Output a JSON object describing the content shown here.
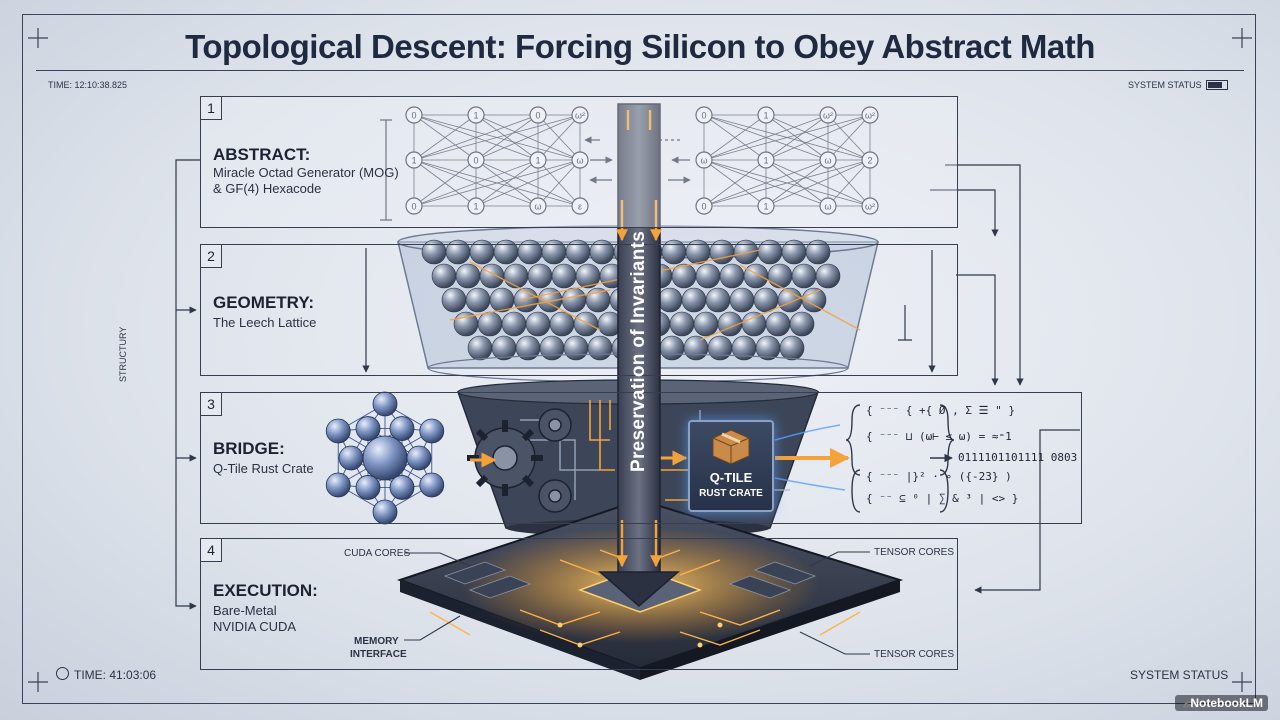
{
  "title": "Topological Descent: Forcing Silicon to Obey Abstract Math",
  "hud": {
    "time_top": "TIME: 12:10:38.825",
    "status_top": "SYSTEM STATUS",
    "time_bottom": "TIME: 41:03:06",
    "status_bottom": "SYSTEM STATUS",
    "side_label": "STRUCTURY"
  },
  "stages": [
    {
      "number": "1",
      "heading": "ABSTRACT:",
      "lines": [
        "Miracle Octad Generator (MOG)",
        "& GF(4) Hexacode"
      ]
    },
    {
      "number": "2",
      "heading": "GEOMETRY:",
      "lines": [
        "The Leech Lattice"
      ]
    },
    {
      "number": "3",
      "heading": "BRIDGE:",
      "lines": [
        "Q-Tile Rust Crate"
      ]
    },
    {
      "number": "4",
      "heading": "EXECUTION:",
      "lines": [
        "Bare-Metal",
        "NVIDIA CUDA"
      ]
    }
  ],
  "arrow_label": "Preservation of Invariants",
  "qtile": {
    "line1": "Q-TILE",
    "line2": "RUST CRATE"
  },
  "graph_left_nodes": [
    "0",
    "1",
    "0",
    "ω²",
    "1",
    "0",
    "1",
    "ω",
    "0",
    "1",
    "ω",
    "ε"
  ],
  "graph_right_nodes": [
    "0",
    "1",
    "ω²",
    "ω²",
    "ω",
    "1",
    "ω",
    "2",
    "0",
    "1",
    "ω",
    "ω²"
  ],
  "code_lines": [
    "{ ⁻⁻⁻ {  +{ Ø , Σ ☰ \" }",
    "{ ⁻⁻⁻   ⊔ (ω⊢ ≤ ω) = ≈⁼1",
    "0111101101111 0803",
    "{ ⁻⁻⁻  |}² · ∘ ({-23} )",
    "{ ⁻⁻   ⊆ ⁰ | ∑ & ³ | <> }"
  ],
  "chip_labels": {
    "cuda": "CUDA CORES",
    "tensor_top": "TENSOR CORES",
    "memory_1": "MEMORY",
    "memory_2": "INTERFACE",
    "tensor_bottom": "TENSOR CORES"
  },
  "watermark": "NotebookLM",
  "colors": {
    "accent_orange": "#f4a23a",
    "glow_blue": "#5aa0ff",
    "ink": "#1f2a40"
  }
}
